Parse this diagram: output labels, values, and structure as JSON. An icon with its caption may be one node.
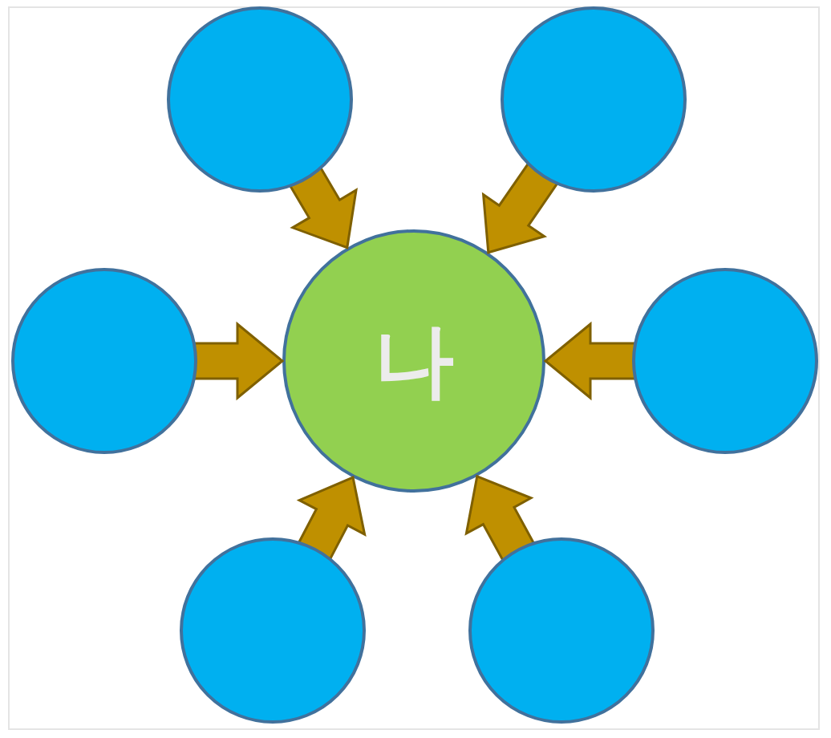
{
  "diagram": {
    "nodes": [
      {
        "text": [
          "나"
        ]
      },
      {
        "text": [],
        "shape": "circle"
      },
      {
        "text": [],
        "shape": "circle"
      },
      {
        "text": [],
        "shape": "circle"
      },
      {
        "text": [],
        "shape": "circle"
      },
      {
        "text": [],
        "shape": "circle"
      },
      {
        "text": [],
        "shape": "circle"
      }
    ],
    "edges": [
      {
        "from": 1,
        "to": 0,
        "arrow": "to",
        "style": "thick"
      },
      {
        "from": 2,
        "to": 0,
        "arrow": "to",
        "style": "thick"
      },
      {
        "from": 3,
        "to": 0,
        "arrow": "to",
        "style": "thick"
      },
      {
        "from": 4,
        "to": 0,
        "arrow": "to",
        "style": "thick"
      },
      {
        "from": 5,
        "to": 0,
        "arrow": "to",
        "style": "thick"
      },
      {
        "from": 6,
        "to": 0,
        "arrow": "to",
        "style": "thick"
      }
    ]
  }
}
